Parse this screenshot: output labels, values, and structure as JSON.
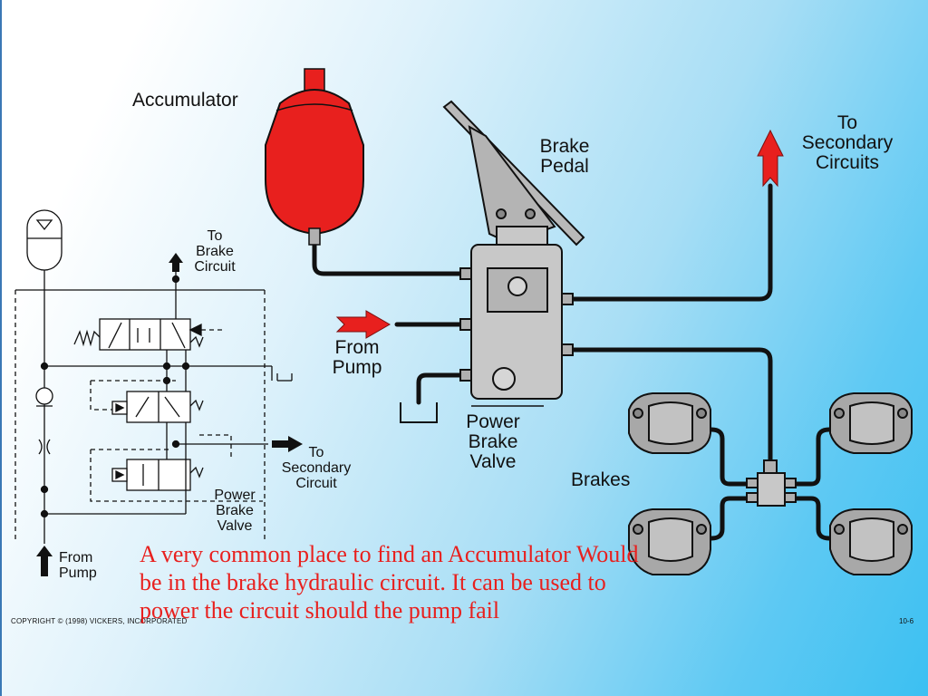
{
  "labels": {
    "accumulator": "Accumulator",
    "brake_pedal": [
      "Brake",
      "Pedal"
    ],
    "to_secondary_circuits": [
      "To",
      "Secondary",
      "Circuits"
    ],
    "from_pump_main": [
      "From",
      "Pump"
    ],
    "power_brake_valve_main": [
      "Power",
      "Brake",
      "Valve"
    ],
    "brakes": "Brakes",
    "to_brake_circuit": [
      "To",
      "Brake",
      "Circuit"
    ],
    "to_secondary_circuit": [
      "To",
      "Secondary",
      "Circuit"
    ],
    "power_brake_valve_schematic": [
      "Power",
      "Brake",
      "Valve"
    ],
    "from_pump_schematic": [
      "From",
      "Pump"
    ]
  },
  "caption": "A very common place to find an Accumulator Would be in the brake hydraulic circuit. It can be used to power the circuit should the pump fail",
  "copyright": "COPYRIGHT © (1998) VICKERS, INCORPORATED",
  "page_number": "10-6",
  "colors": {
    "caption": "#e8201e",
    "accumulator": "#e8201e",
    "arrow": "#e8201e",
    "valve_body": "#c8c8c8",
    "brake_caliper": "#a8a8a8"
  }
}
